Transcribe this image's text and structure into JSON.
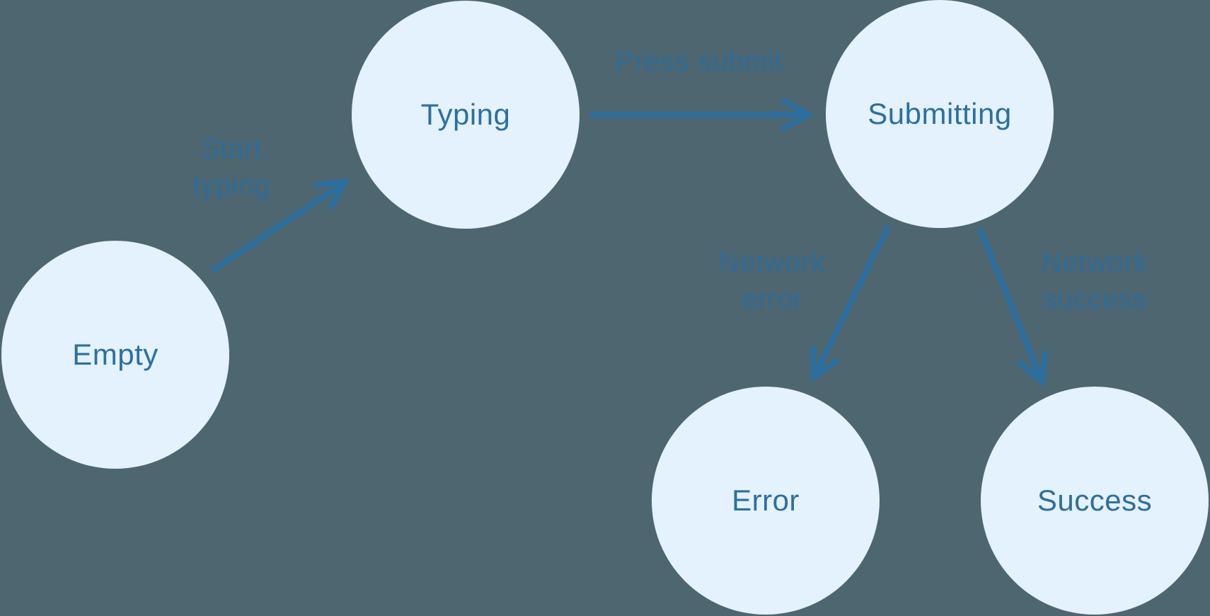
{
  "diagram": {
    "type": "state-machine",
    "nodes": [
      {
        "id": "empty",
        "label": "Empty"
      },
      {
        "id": "typing",
        "label": "Typing"
      },
      {
        "id": "submitting",
        "label": "Submitting"
      },
      {
        "id": "error",
        "label": "Error"
      },
      {
        "id": "success",
        "label": "Success"
      }
    ],
    "edges": [
      {
        "from": "empty",
        "to": "typing",
        "label": "Start typing",
        "lines": [
          "Start",
          "typing"
        ]
      },
      {
        "from": "typing",
        "to": "submitting",
        "label": "Press submit",
        "lines": [
          "Press submit"
        ]
      },
      {
        "from": "submitting",
        "to": "error",
        "label": "Network error",
        "lines": [
          "Network",
          "error"
        ]
      },
      {
        "from": "submitting",
        "to": "success",
        "label": "Network success",
        "lines": [
          "Network",
          "success"
        ]
      }
    ],
    "colors": {
      "background": "#4D6670",
      "node_fill": "#E3F2FC",
      "node_text": "#2E6F9F",
      "edge_stroke": "#2C6F9F",
      "edge_label_text": "#306C95"
    }
  }
}
